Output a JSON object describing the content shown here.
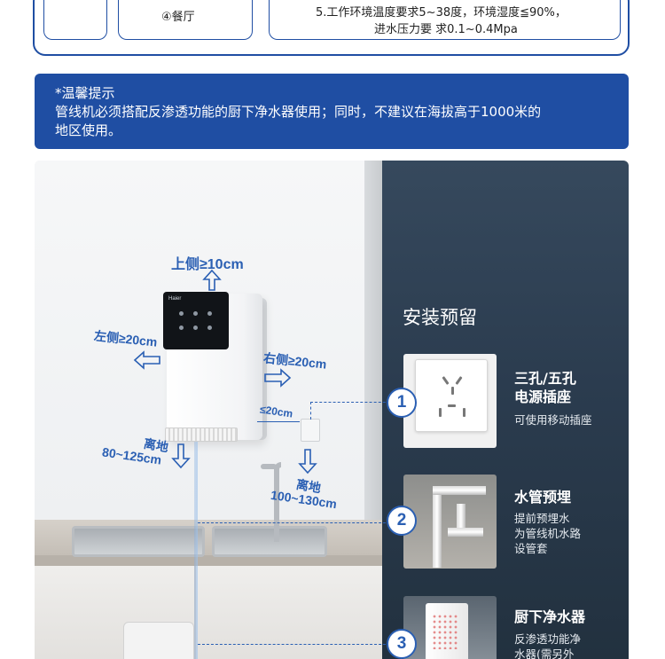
{
  "specs": {
    "item_dining": "④餐厅",
    "env_line1": "5.工作环境温度要求5~38度，环境湿度≦90%，",
    "env_line2": "进水压力要 求0.1~0.4Mpa"
  },
  "tip": {
    "heading": "*温馨提示",
    "line1": "管线机必须搭配反渗透功能的厨下净水器使用；同时，不建议在海拔高于1000米的",
    "line2": "地区使用。"
  },
  "clearances": {
    "top": "上侧≥10cm",
    "left": "左侧≥20cm",
    "right": "右侧≥20cm",
    "side_outlet": "≤20cm",
    "floor_label": "离地",
    "floor_value": "80~125cm",
    "faucet_floor_label": "离地",
    "faucet_floor_value": "100~130cm"
  },
  "brand_mark": "Haier",
  "prep": {
    "title": "安装预留",
    "items": [
      {
        "number": "1",
        "title_line1": "三孔/五孔",
        "title_line2": "电源插座",
        "desc_line1": "可使用移动插座",
        "desc_line2": "",
        "desc_line3": "",
        "icon": "power-socket-icon"
      },
      {
        "number": "2",
        "title_line1": "水管预埋",
        "title_line2": "",
        "desc_line1": "提前预埋水",
        "desc_line2": "为管线机水路",
        "desc_line3": "设管套",
        "icon": "water-pipe-icon"
      },
      {
        "number": "3",
        "title_line1": "厨下净水器",
        "title_line2": "",
        "desc_line1": "反渗透功能净",
        "desc_line2": "水器(需另外",
        "desc_line3": "",
        "icon": "water-purifier-icon"
      }
    ]
  },
  "colors": {
    "brand_blue": "#1f4ea3",
    "accent_blue": "#2a5fb3",
    "dark_panel": "#2b3c4f"
  }
}
